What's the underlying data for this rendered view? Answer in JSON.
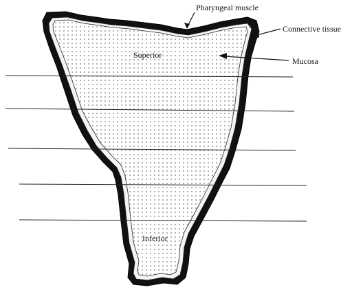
{
  "labels": {
    "pharyngeal_muscle": "Pharyngeal muscle",
    "connective_tissue": "Connective tissue",
    "mucosa": "Mucosa",
    "superior": "Superior",
    "inferior": "Inferior"
  },
  "colors": {
    "muscle": "#111111",
    "connective": "#f2f2f2",
    "mucosa_fill": "#ffffff",
    "dots": "#444444",
    "lines": "#222222"
  }
}
